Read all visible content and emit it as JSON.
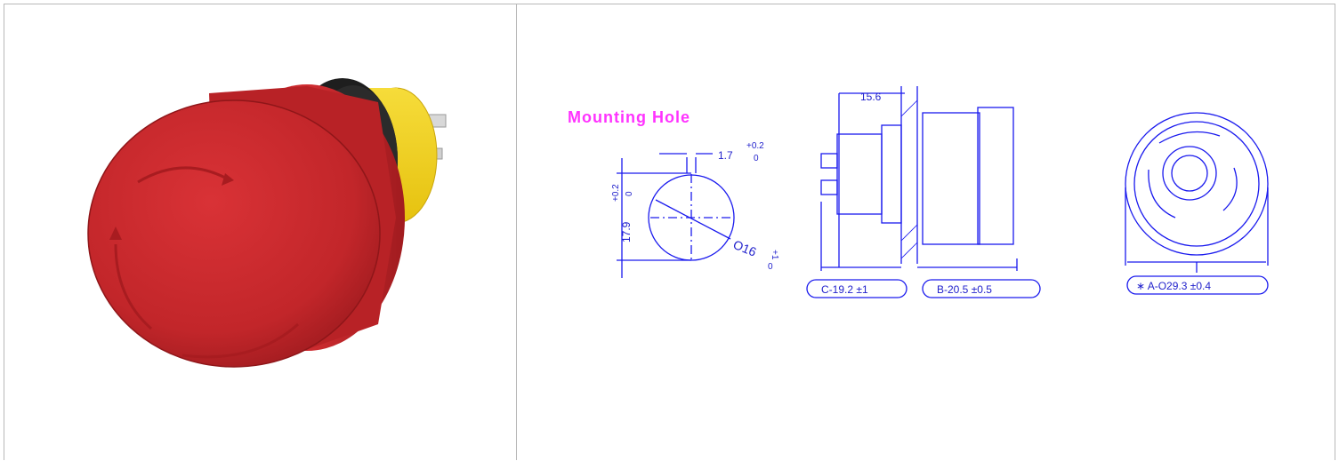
{
  "product_photo": {
    "icon": "emergency-stop-button-photo",
    "colors": {
      "head": "#c8272b",
      "collar": "#1d1d1d",
      "body": "#f3d21a"
    }
  },
  "drawing": {
    "mounting_hole_title": "Mounting Hole",
    "key_width": "1.7",
    "key_width_tol_upper": "+0.2",
    "key_width_tol_lower": "0",
    "hole_height": "17.9",
    "hole_height_tol_upper": "+0.2",
    "hole_height_tol_lower": "0",
    "hole_diameter": "O16",
    "hole_diameter_tol_upper": "+1",
    "hole_diameter_tol_lower": "0",
    "panel_dim": "15.6",
    "dim_c": "C-19.2 ±1",
    "dim_b": "B-20.5 ±0.5",
    "dim_a": "∗ A-O29.3 ±0.4",
    "line_color": "#1a1aee"
  }
}
